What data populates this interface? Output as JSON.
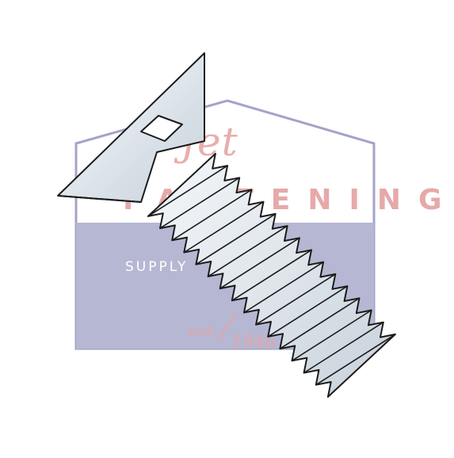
{
  "logo": {
    "brand_script": "Jet",
    "brand_word": "FASTENING",
    "supply": "SUPPLY",
    "est": "est.",
    "year": "1946",
    "colors": {
      "house_outline": "#9fa0c4",
      "house_fill_lower": "#b5b6d2",
      "brand_red": "#e6a9a9"
    }
  },
  "product": {
    "icon": "flat-head-slotted-machine-screw",
    "colors": {
      "metal_light": "#e8eef3",
      "metal_mid": "#c9d3dc",
      "outline": "#1b1b1b"
    }
  }
}
